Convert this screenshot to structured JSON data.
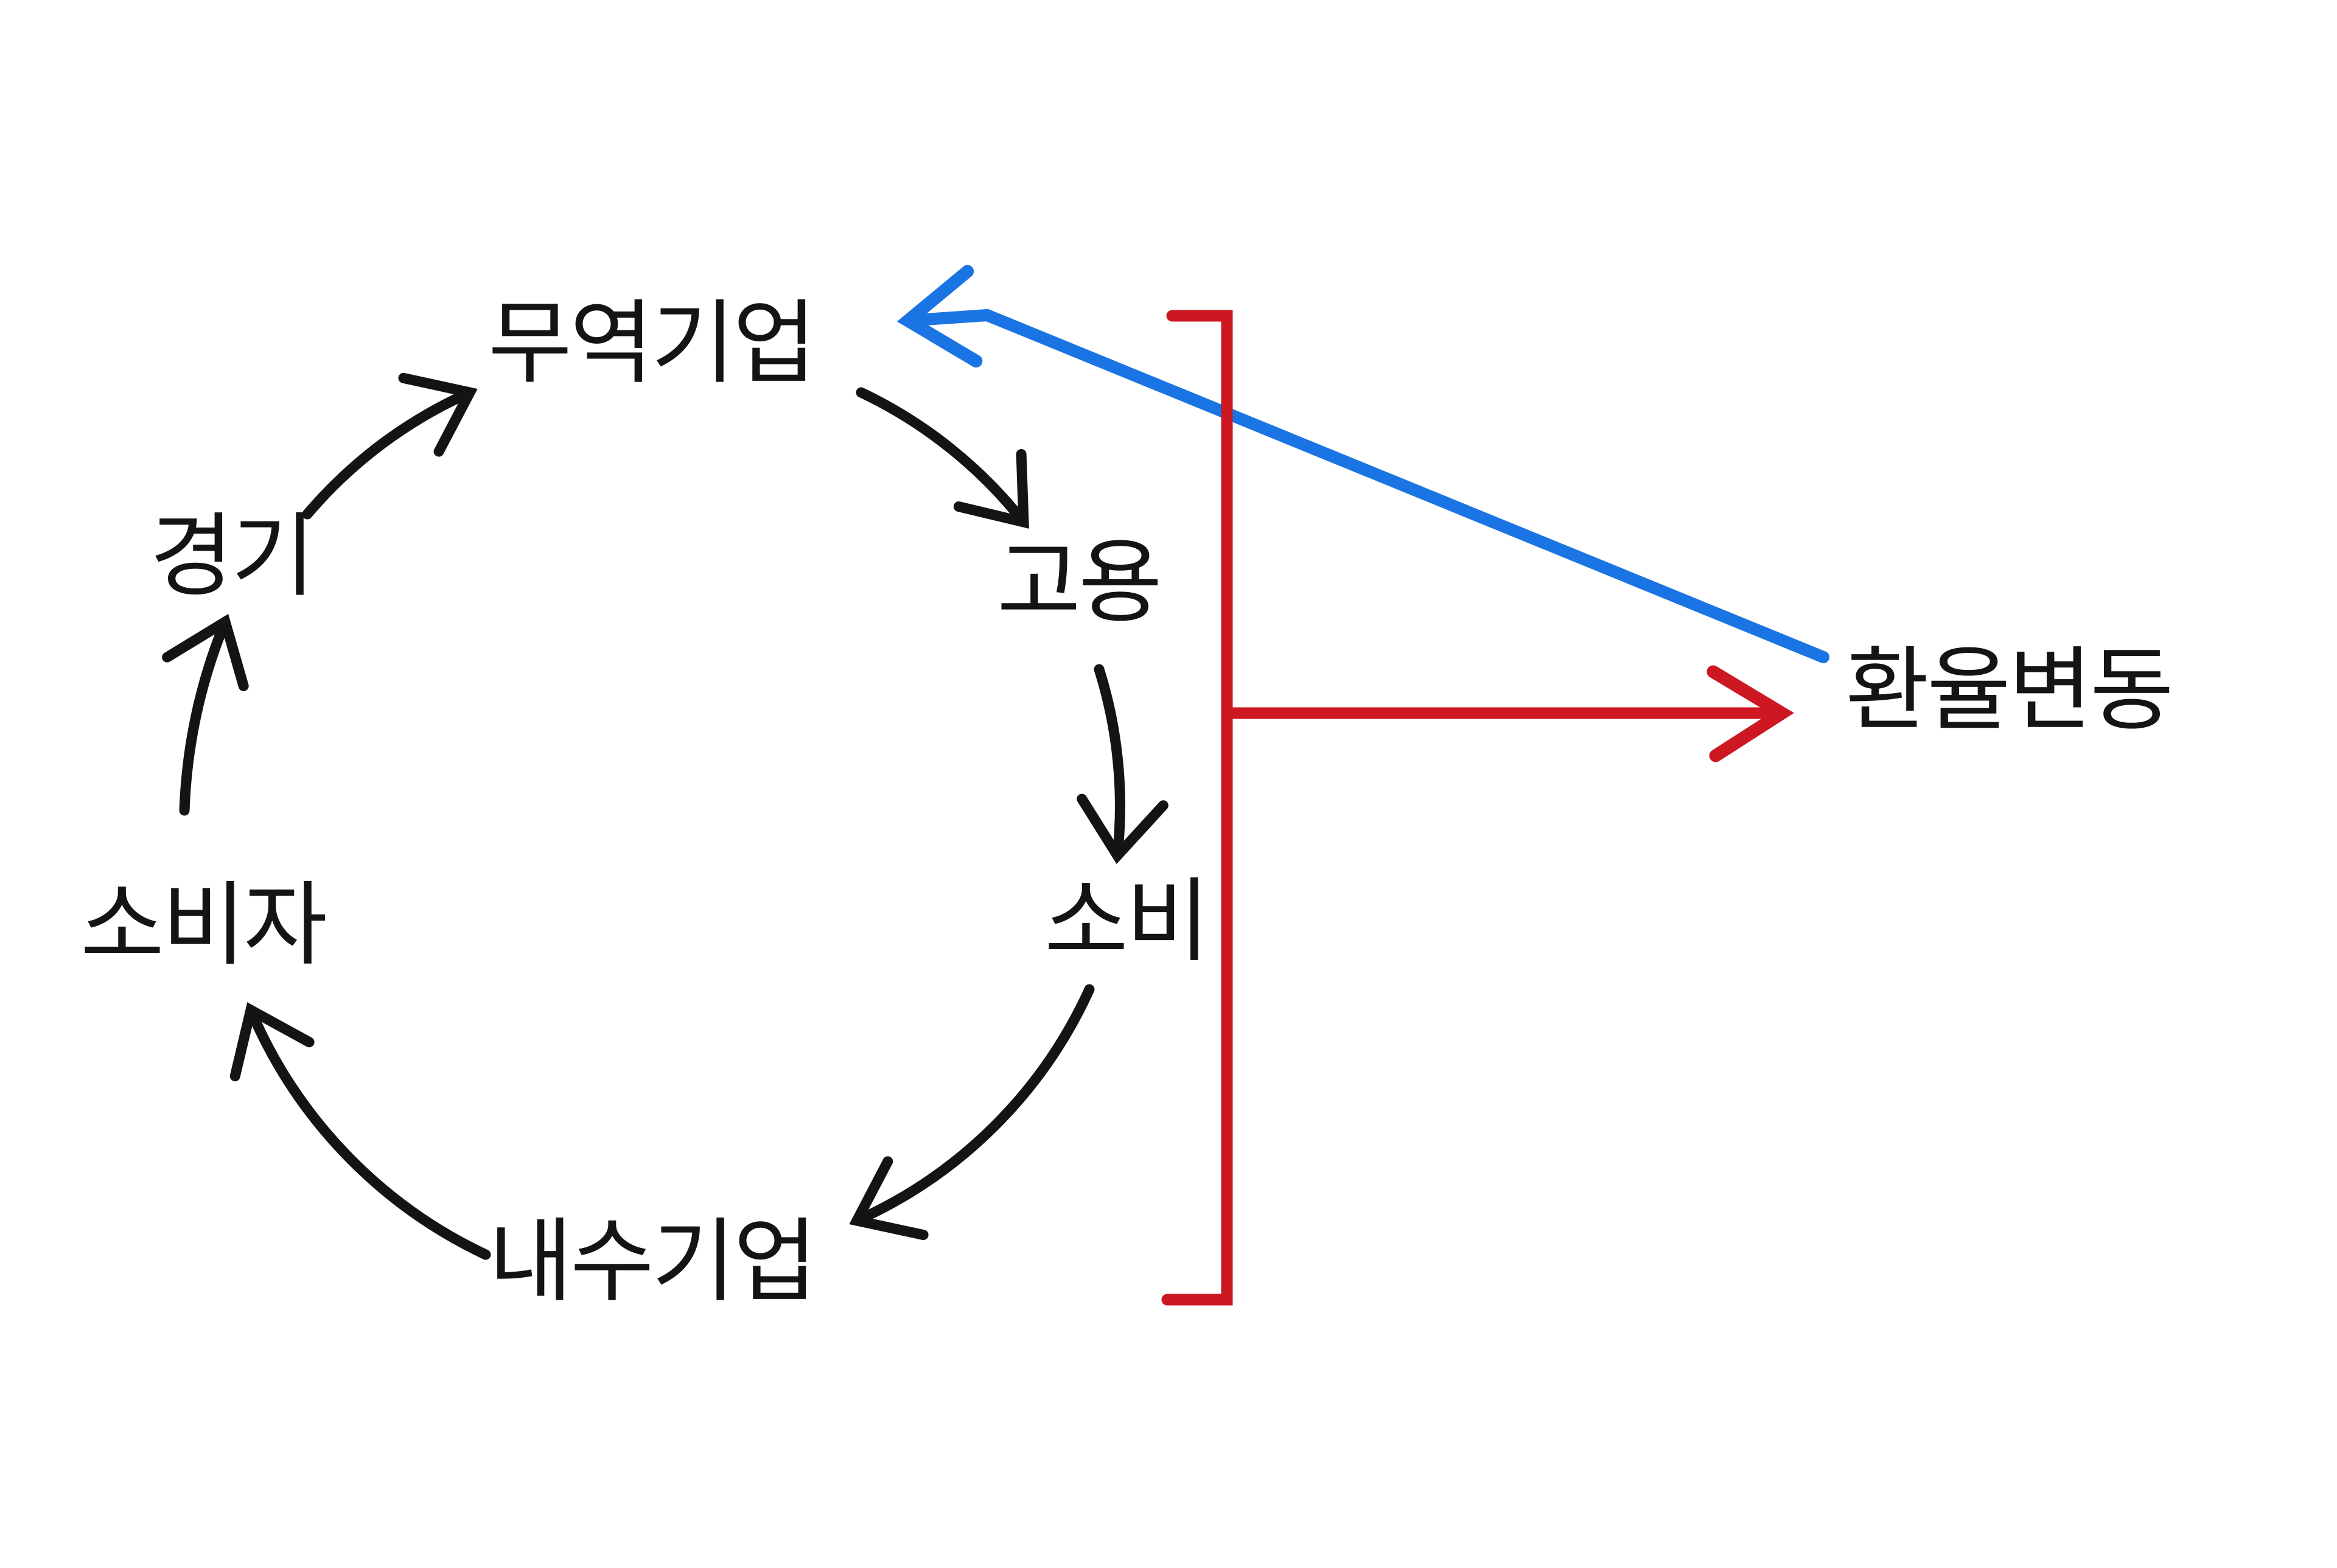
{
  "diagram": {
    "kind": "economic-cycle-diagram",
    "nodes": {
      "trade_company": "무역기업",
      "employment": "고용",
      "consumption": "소비",
      "domestic_company": "내수기업",
      "consumer": "소비자",
      "business_cycle": "경기",
      "exchange_rate": "환율변동"
    },
    "cycle_sequence": [
      "무역기업",
      "고용",
      "소비",
      "내수기업",
      "소비자",
      "경기",
      "무역기업"
    ],
    "external_relations": [
      {
        "from": "고용/소비 구간(붉은 괄호)",
        "to": "환율변동",
        "arrow_color": "red"
      },
      {
        "from": "환율변동",
        "to": "무역기업",
        "arrow_color": "blue"
      }
    ],
    "colors": {
      "cycle_arrow": "#141414",
      "node_text": "#141414",
      "red_arrow": "#cd1721",
      "blue_arrow": "#1b74e4",
      "background": "#ffffff"
    }
  }
}
